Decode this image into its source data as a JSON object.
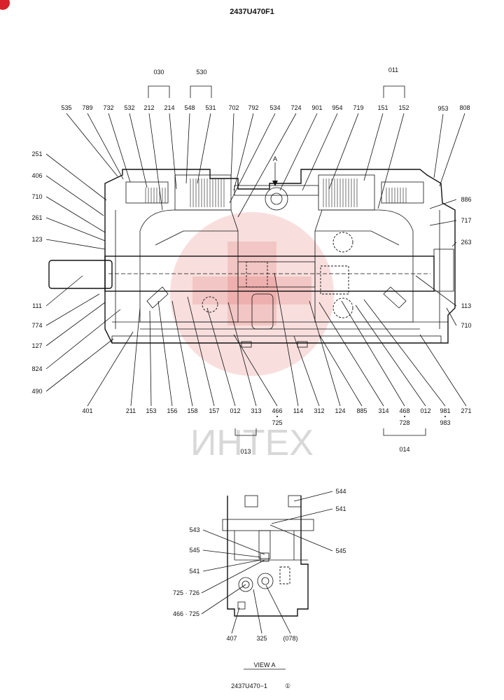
{
  "drawing_title": "2437U470F1",
  "view_a_marker": "A",
  "watermark_text": "ИНТЕХ",
  "group_labels_top": [
    "030",
    "530",
    "011"
  ],
  "group_labels_bottom": [
    "013",
    "014"
  ],
  "labels_top": [
    "535",
    "789",
    "732",
    "532",
    "212",
    "214",
    "548",
    "531",
    "702",
    "792",
    "534",
    "724",
    "901",
    "954",
    "719",
    "151",
    "152",
    "953",
    "808"
  ],
  "labels_left": [
    "251",
    "406",
    "710",
    "261",
    "123",
    "111",
    "774",
    "127",
    "824",
    "490"
  ],
  "labels_right": [
    "886",
    "717",
    "263",
    "113",
    "710"
  ],
  "labels_bottom": [
    "401",
    "211",
    "153",
    "156",
    "158",
    "157",
    "012",
    "313",
    "466",
    "114",
    "312",
    "124",
    "885",
    "314",
    "468",
    "012",
    "981",
    "271"
  ],
  "labels_bottom_sub": [
    "725",
    "728",
    "983"
  ],
  "view_a_labels": [
    "544",
    "541",
    "543",
    "545",
    "545",
    "541",
    "725 · 726",
    "466 · 725",
    "407",
    "325",
    "(078)"
  ],
  "view_a_caption": "VIEW   A",
  "footer_code": "2437U470−1",
  "footer_rev": "①"
}
